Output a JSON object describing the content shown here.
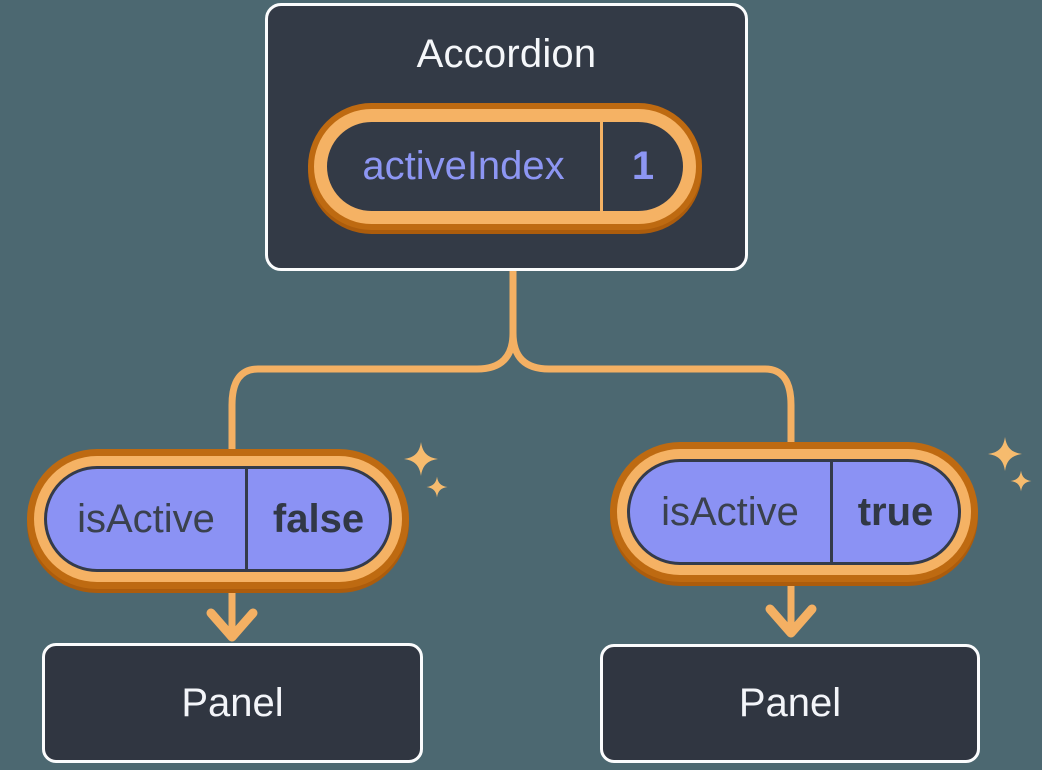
{
  "diagram": {
    "root": {
      "title": "Accordion",
      "state": {
        "name": "activeIndex",
        "value": "1"
      }
    },
    "children": [
      {
        "state": {
          "name": "isActive",
          "value": "false"
        },
        "panel": {
          "title": "Panel"
        }
      },
      {
        "state": {
          "name": "isActive",
          "value": "true"
        },
        "panel": {
          "title": "Panel"
        }
      }
    ]
  },
  "colors": {
    "background": "#4C6871",
    "node_fill": "#333A46",
    "panel_fill": "#303641",
    "node_border": "#FBFCFD",
    "ring_light": "#F5B264",
    "ring_dark": "#BE6A11",
    "connector": "#F4B063",
    "sparkle": "#F6BB6E",
    "state_pill_fill": "#8B92F4",
    "state_name_text": "#3A414E",
    "state_value_text": "#313845",
    "dark_pill_text": "#8D96F3",
    "title_text": "#F5F7FA"
  }
}
